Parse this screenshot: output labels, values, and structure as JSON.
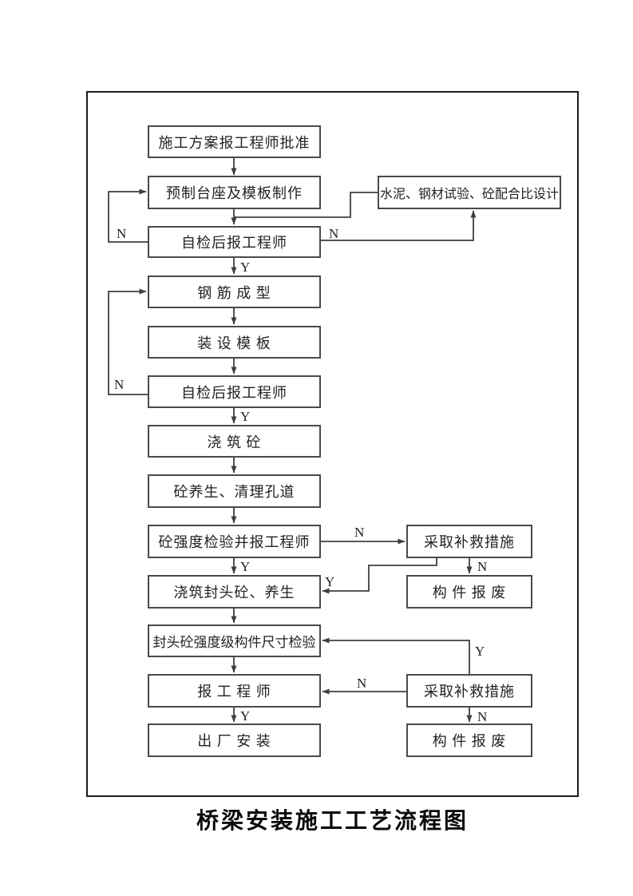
{
  "title": "桥梁安装施工工艺流程图",
  "colors": {
    "line": "#3f3f3f",
    "box_border": "#4a4a4a",
    "frame_border": "#1b1b1b",
    "text": "#222222",
    "background": "#ffffff"
  },
  "boxes": {
    "plan_approval": "施工方案报工程师批准",
    "precast_pedestal": "预制台座及模板制作",
    "material_test": "水泥、钢材试验、砼配合比设计",
    "self_check_1": "自检后报工程师",
    "rebar_forming": "钢 筋 成 型",
    "install_formwork": "装 设 模 板",
    "self_check_2": "自检后报工程师",
    "pour_concrete": "浇  筑  砼",
    "curing_cleaning": "砼养生、清理孔道",
    "strength_test": "砼强度检验并报工程师",
    "remedy_1": "采取补救措施",
    "pour_end_concrete": "浇筑封头砼、养生",
    "scrap_1": "构 件 报 废",
    "end_inspection": "封头砼强度级构件尺寸检验",
    "report_engineer": "报 工 程 师",
    "remedy_2": "采取补救措施",
    "factory_install": "出 厂 安 装",
    "scrap_2": "构 件 报 废"
  },
  "edge_labels": {
    "n_selfcheck1_left": "N",
    "n_selfcheck1_right": "N",
    "y_selfcheck1": "Y",
    "n_selfcheck2_left": "N",
    "y_selfcheck2": "Y",
    "n_strength_test": "N",
    "y_strength_test": "Y",
    "y_remedy1_back": "Y",
    "n_remedy1_scrap": "N",
    "y_remedy2_back": "Y",
    "n_remedy2_report": "N",
    "n_remedy2_scrap": "N",
    "y_report": "Y"
  }
}
